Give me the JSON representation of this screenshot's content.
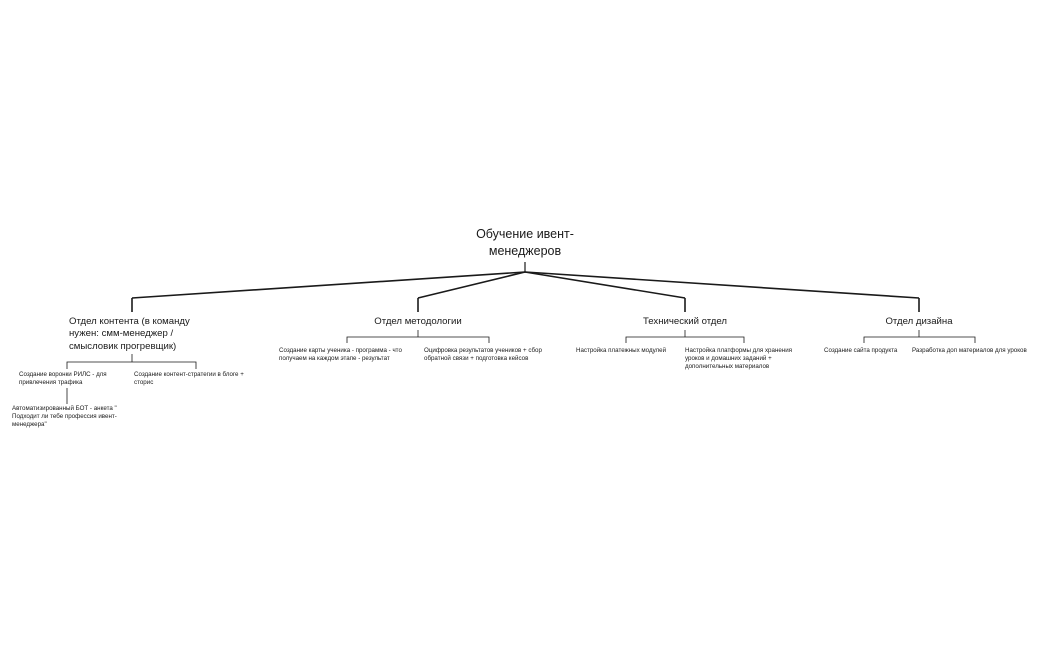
{
  "diagram": {
    "root": "Обучение ивент-менеджеров",
    "departments": [
      {
        "title": "Отдел контента (в команду нужен: смм-менеджер / смысловик прогревщик)",
        "tasks": [
          "Создание воронки РИЛС - для привлечения трафика",
          "Создание контент-стратегии в блоге + сторис"
        ],
        "subtasks": [
          "Автоматизированный БОТ - анкета \" Подходит ли тебе профессия ивент-менеджера\""
        ]
      },
      {
        "title": "Отдел методологии",
        "tasks": [
          "Создание карты ученика - программа - что получаем на каждом этапе - результат",
          "Оцифровка результатов учеников + сбор обратной связи + подготовка кейсов"
        ]
      },
      {
        "title": "Технический отдел",
        "tasks": [
          "Настройка платежных модулей",
          "Настройка платформы для хранения уроков и домашних заданий + дополнительных материалов"
        ]
      },
      {
        "title": "Отдел дизайна",
        "tasks": [
          "Создание сайта продукта",
          "Разработка доп материалов для уроков"
        ]
      }
    ]
  }
}
